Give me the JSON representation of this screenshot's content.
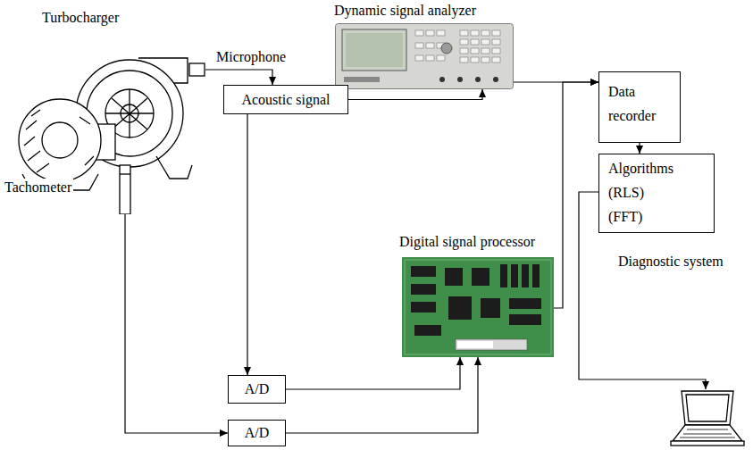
{
  "diagram": {
    "nodes": [
      {
        "text": [
          "Turbocharger"
        ]
      },
      {
        "text": [
          "Dynamic signal analyzer"
        ]
      },
      {
        "text": [
          "Acoustic signal"
        ]
      },
      {
        "text": [
          "Data recorder"
        ]
      },
      {
        "text": [
          "Algorithms (RLS) (FFT)"
        ]
      },
      {
        "text": [
          "Digital signal processor"
        ]
      },
      {
        "text": [
          "A/D"
        ]
      },
      {
        "text": [
          "A/D"
        ]
      },
      {
        "text": [
          "Diagnostic system"
        ]
      }
    ],
    "edges": [
      {
        "from": 0,
        "to": 2,
        "arrow": "to"
      },
      {
        "from": 2,
        "to": 1,
        "arrow": "to"
      },
      {
        "from": 2,
        "to": 6,
        "arrow": "to"
      },
      {
        "from": 0,
        "to": 7,
        "arrow": "to"
      },
      {
        "from": 6,
        "to": 5,
        "arrow": "to"
      },
      {
        "from": 7,
        "to": 5,
        "arrow": "to"
      },
      {
        "from": 5,
        "to": 3,
        "arrow": "to"
      },
      {
        "from": 1,
        "to": 3,
        "arrow": "to"
      },
      {
        "from": 3,
        "to": 4,
        "arrow": "to"
      },
      {
        "from": 4,
        "to": 8,
        "arrow": "to"
      }
    ],
    "labels": [
      "Microphone",
      "Tachometer"
    ]
  }
}
